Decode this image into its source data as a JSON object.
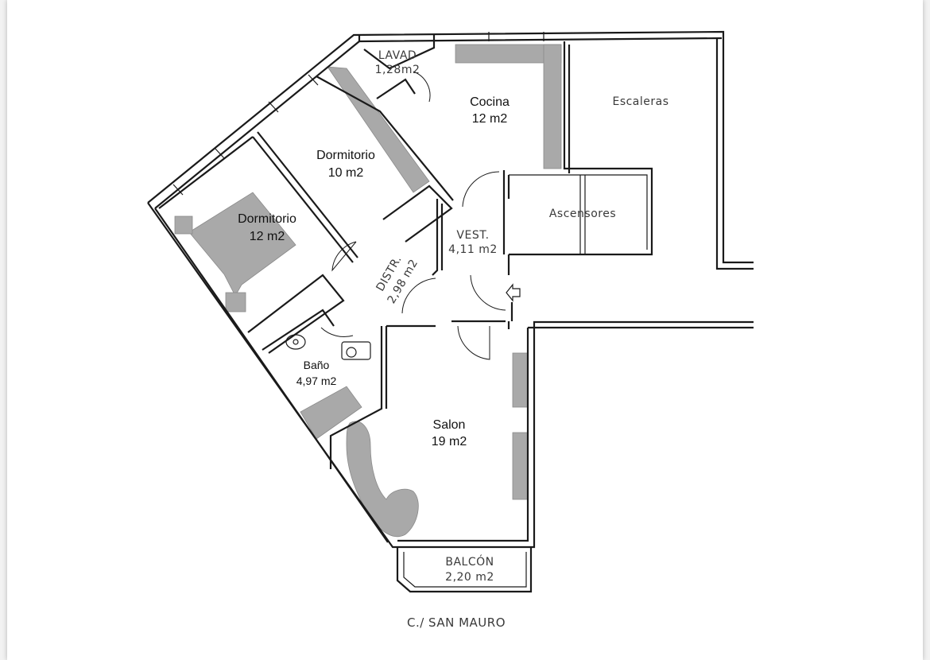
{
  "plan": {
    "rooms": {
      "lavad": {
        "name": "LAVAD",
        "area": "1,28m2"
      },
      "cocina": {
        "name": "Cocina",
        "area": "12 m2"
      },
      "escaleras": {
        "name": "Escaleras"
      },
      "dormitorio1": {
        "name": "Dormitorio",
        "area": "10 m2"
      },
      "dormitorio2": {
        "name": "Dormitorio",
        "area": "12 m2"
      },
      "ascensores": {
        "name": "Ascensores"
      },
      "vest": {
        "name": "VEST.",
        "area": "4,11  m2"
      },
      "distr": {
        "name": "DISTR.",
        "area": "2,98 m2"
      },
      "bano": {
        "name": "Baño",
        "area": "4,97 m2"
      },
      "salon": {
        "name": "Salon",
        "area": "19 m2"
      },
      "balcon": {
        "name": "BALCÓN",
        "area": "2,20  m2"
      }
    },
    "street": "C./ SAN MAURO",
    "colors": {
      "walls": "#1a1a1a",
      "furniture": "#a9a9a9",
      "background": "#ffffff"
    },
    "icons": {
      "entrance": "entrance-arrow-icon"
    }
  }
}
